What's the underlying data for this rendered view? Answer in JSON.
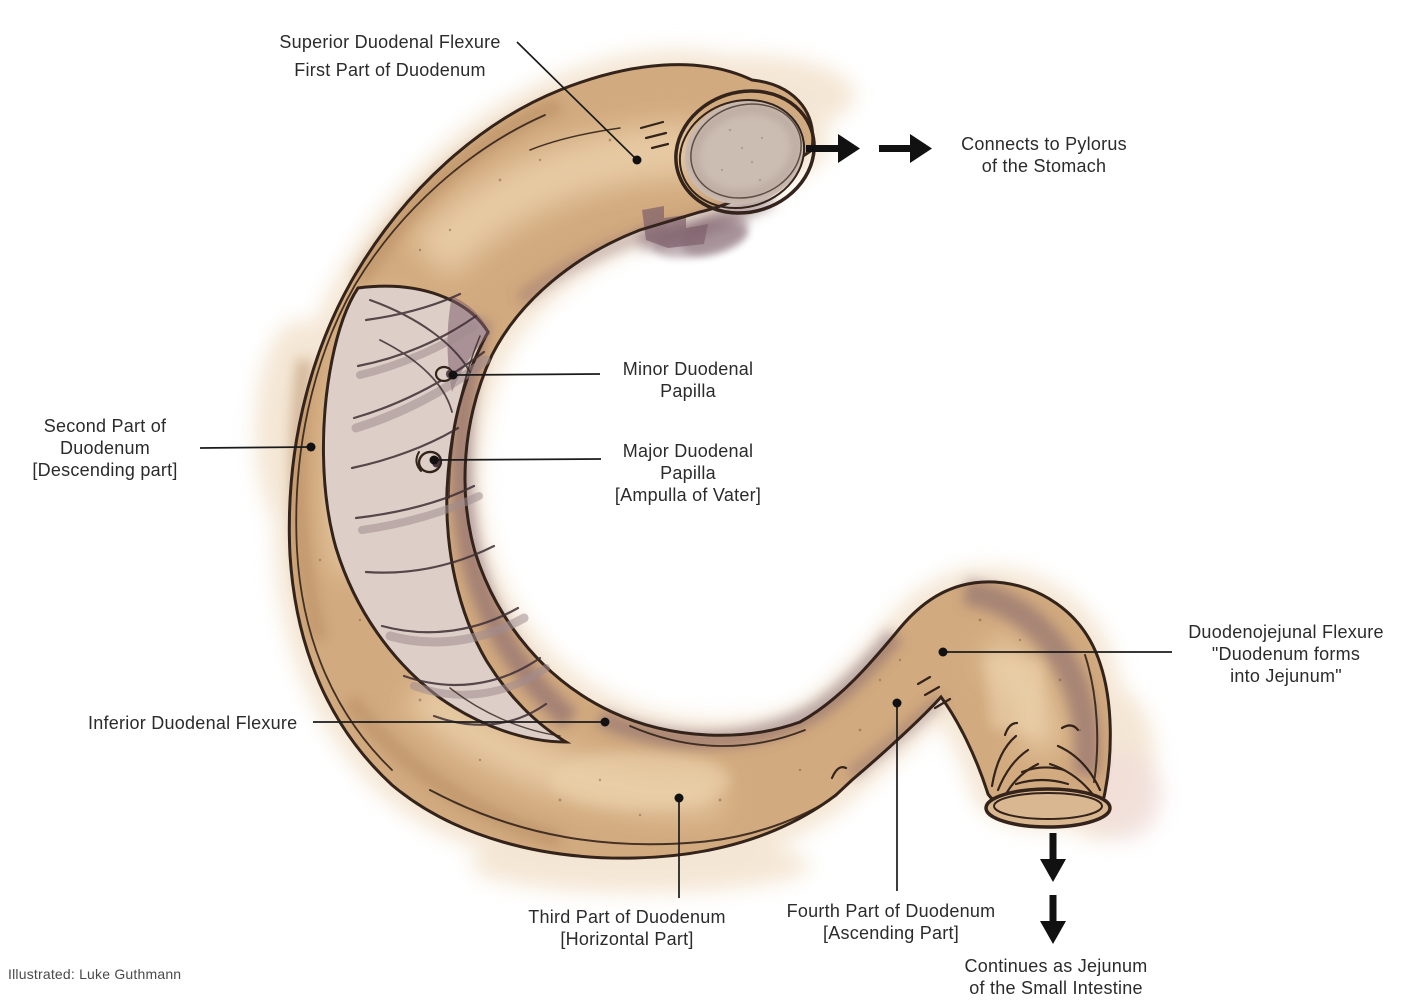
{
  "labels": {
    "superior_flexure": {
      "line1": "Superior Duodenal Flexure",
      "line2": "First Part of Duodenum"
    },
    "pylorus": {
      "line1": "Connects to Pylorus",
      "line2": "of the Stomach"
    },
    "minor_papilla": {
      "line1": "Minor Duodenal",
      "line2": "Papilla"
    },
    "major_papilla": {
      "line1": "Major Duodenal",
      "line2": "Papilla",
      "line3": "[Ampulla of Vater]"
    },
    "second_part": {
      "line1": "Second Part of",
      "line2": "Duodenum",
      "line3": "[Descending part]"
    },
    "inferior_flexure": {
      "line1": "Inferior Duodenal Flexure"
    },
    "duodenojejunal_flexure": {
      "line1": "Duodenojejunal Flexure",
      "line2": "\"Duodenum forms",
      "line3": "into Jejunum\""
    },
    "third_part": {
      "line1": "Third Part of Duodenum",
      "line2": "[Horizontal Part]"
    },
    "fourth_part": {
      "line1": "Fourth Part of Duodenum",
      "line2": "[Ascending Part]"
    },
    "jejunum": {
      "line1": "Continues as Jejunum",
      "line2": "of the Small Intestine"
    }
  },
  "credit": "Illustrated: Luke Guthmann",
  "colors": {
    "ink": "#33231a",
    "text": "#2b2b2b",
    "tube": "#d2aa7f",
    "tube_light": "#ecd2ac",
    "tube_dark": "#b3895f",
    "shadow_purple": "#7d5f6b",
    "mucosa": "#ddcfc7",
    "fold": "#3f2f35",
    "fold_soft": "#a08d90",
    "lumen": "#ccbdb3",
    "halo": "#ecd3b2",
    "opening_fill": "#d9b791"
  }
}
